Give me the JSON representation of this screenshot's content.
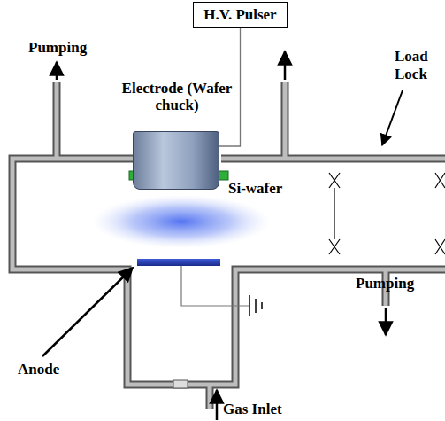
{
  "diagram": {
    "nodes": [
      {
        "text": [
          "H.V. Pulser"
        ]
      },
      {
        "text": [
          "Electrode (Wafer chuck)"
        ]
      }
    ],
    "edges": [
      {
        "from": 0,
        "to": 1,
        "arrow": "none"
      }
    ],
    "labels": [
      "Pumping",
      "Load Lock",
      "Si-wafer",
      "Pumping",
      "Anode",
      "Gas Inlet"
    ]
  }
}
